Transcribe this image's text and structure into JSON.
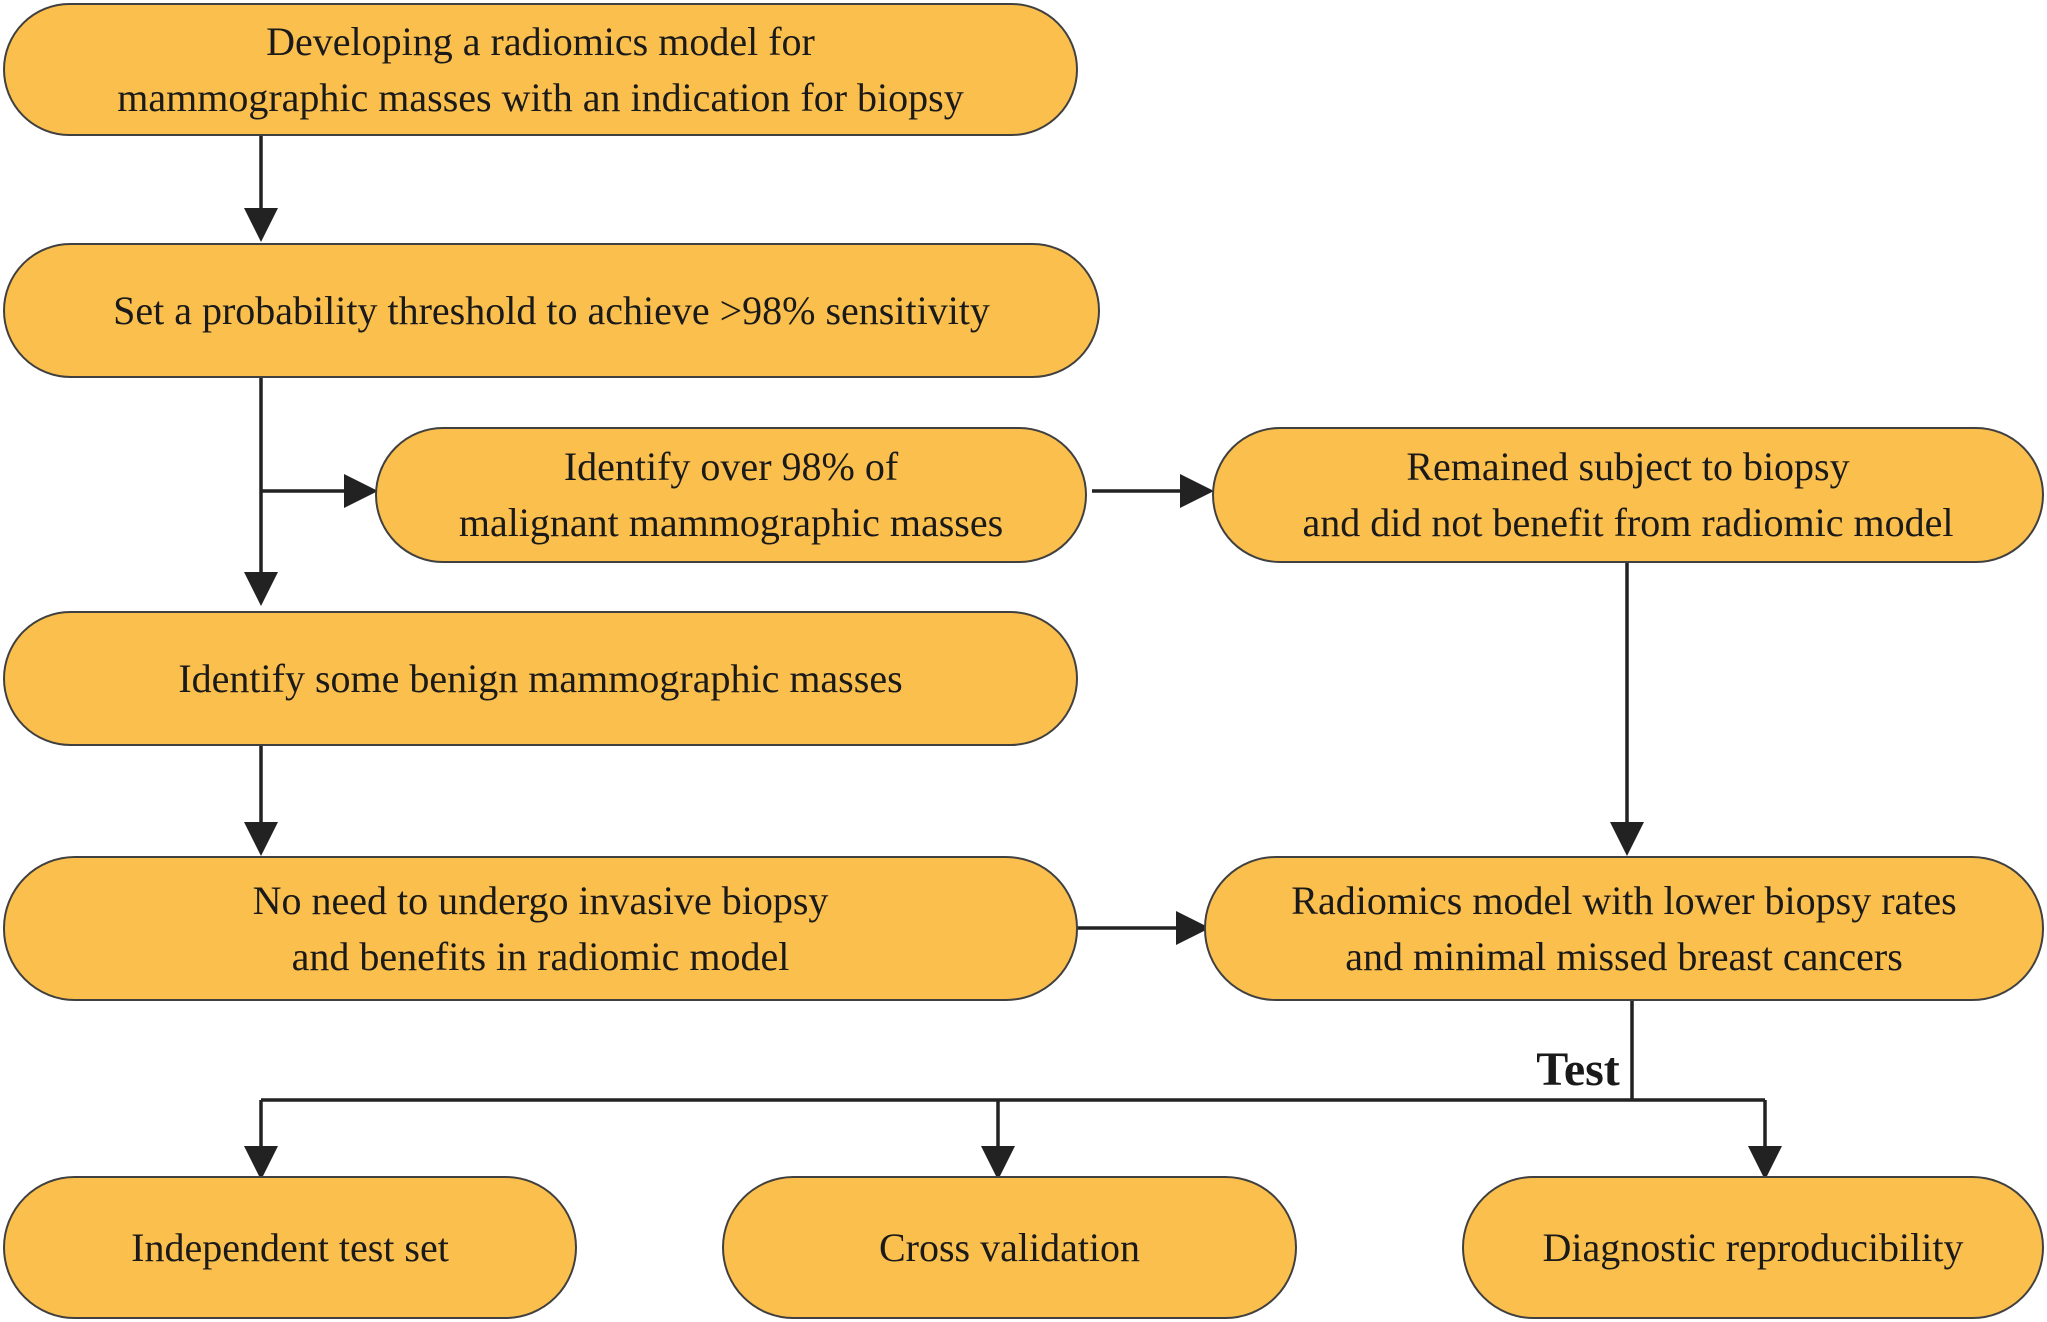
{
  "nodes": {
    "develop": "Developing  a radiomics model for\nmammographic masses with an indication for biopsy",
    "threshold": "Set a probability threshold  to achieve >98% sensitivity",
    "malignant": "Identify over 98% of\nmalignant mammographic masses",
    "remained": "Remained subject to biopsy\nand did not benefit from  radiomic model",
    "benign": "Identify some benign  mammographic masses",
    "no_biopsy": "No need to undergo invasive biopsy\nand benefits in radiomic model",
    "lower_rates": "Radiomics model with lower biopsy rates\nand minimal missed breast cancers",
    "independent": "Independent test set",
    "cross": "Cross validation",
    "reproducibility": "Diagnostic reproducibility"
  },
  "edge_label": "Test",
  "colors": {
    "box_fill": "#fbbf4d",
    "box_stroke": "#404040",
    "arrow": "#222222"
  }
}
